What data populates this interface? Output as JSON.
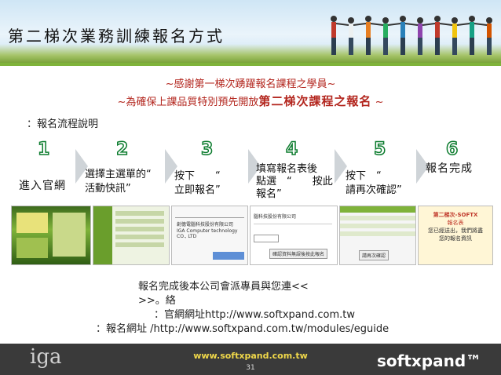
{
  "header": {
    "title": "第二梯次業務訓練報名方式"
  },
  "notice": {
    "line1": "~感謝第一梯次踴躍報名課程之學員~",
    "line2_prefix": "~為確保上課品質特別預先開放",
    "line2_bold": "第二梯次課程之報名",
    "line2_suffix": " ~",
    "intro": "：報名流程說明"
  },
  "steps": [
    {
      "num": "1",
      "text": "進入官網"
    },
    {
      "num": "2",
      "text": "選擇主選單的“　　　活動快訊”"
    },
    {
      "num": "3",
      "text": "按下　　“　　　　立即報名”"
    },
    {
      "num": "4",
      "text": "填寫報名表後　點選　“　　按此報名”"
    },
    {
      "num": "5",
      "text": "按下　“　　　請再次確認”"
    },
    {
      "num": "6",
      "text": "報名完成"
    }
  ],
  "screens": {
    "s3_company": "創億電腦科技股份有限公司",
    "s3_company_en": "IGA Computer technology CO., LTD",
    "s4_company": "腦科技股份有限公司",
    "s4_btn": "確認資料無誤後按此報名",
    "s5_btn": "請再次確認",
    "s6_line1": "第二梯次-SOFTX",
    "s6_line2": "報名表",
    "s6_line3": "您已經送出，我們將盡",
    "s6_line4": "您的報名資訊"
  },
  "footer_text": {
    "line1": "報名完成後本公司會派專員與您連<<",
    "line2": ">>。絡",
    "line3": "：官網網址http://www.softxpand.com.tw",
    "line4": "：報名網址 /http://www.softxpand.com.tw/modules/eguide"
  },
  "bottom": {
    "url": "www.softxpand.com.tw",
    "page": "31",
    "logo_left": "iga",
    "logo_right": "softxpand™"
  }
}
